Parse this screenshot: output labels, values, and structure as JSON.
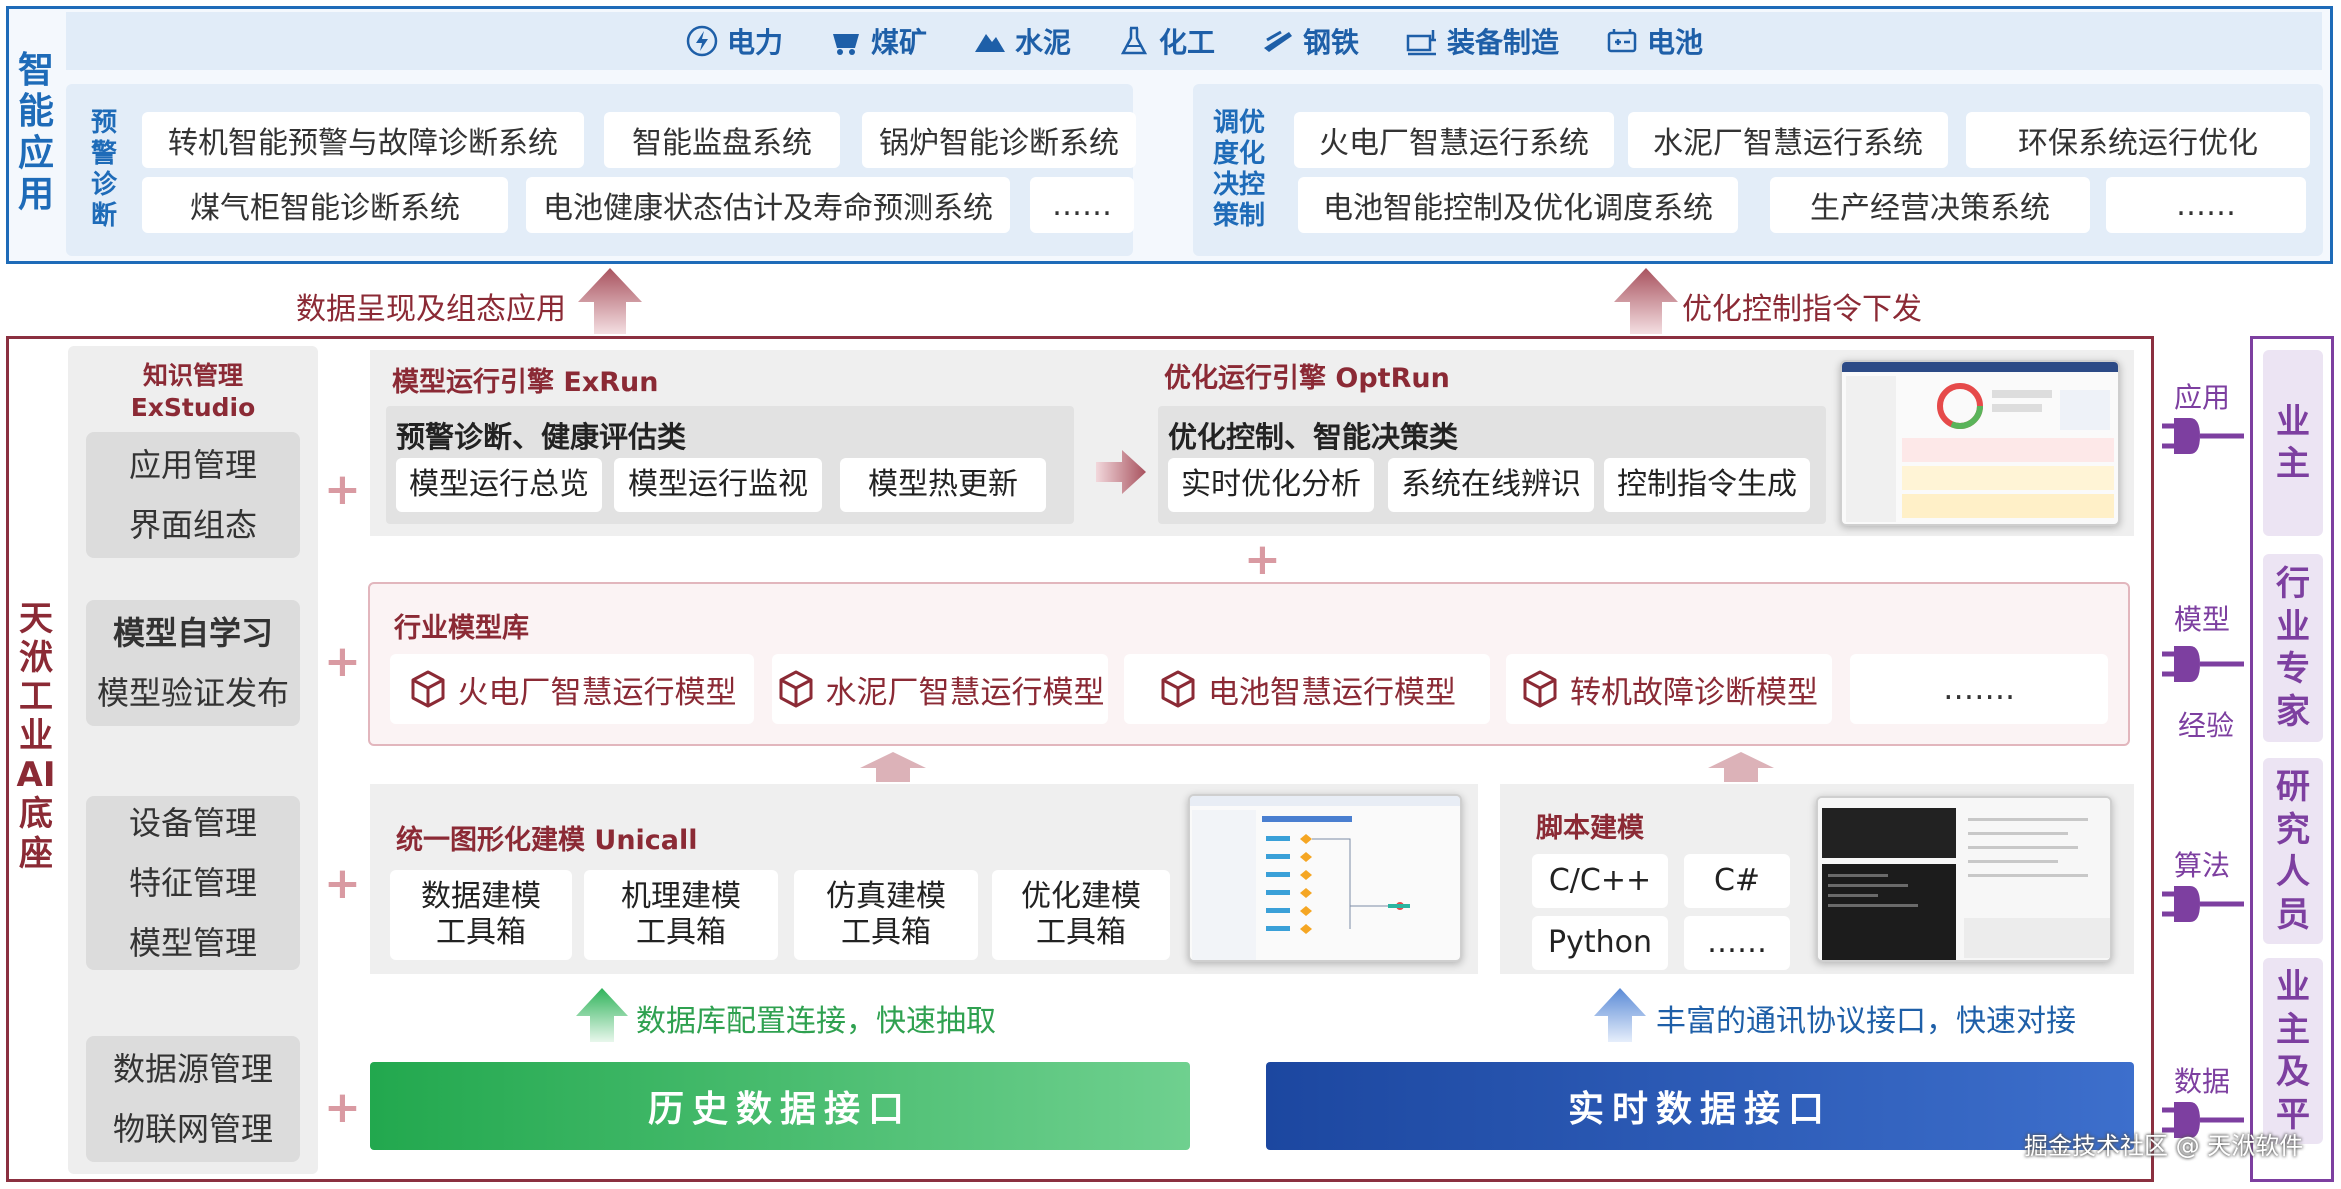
{
  "top": {
    "title": [
      "智",
      "能",
      "应",
      "用"
    ],
    "industries": [
      {
        "icon": "lightning-icon",
        "label": "电力"
      },
      {
        "icon": "mine-cart-icon",
        "label": "煤矿"
      },
      {
        "icon": "mountain-icon",
        "label": "水泥"
      },
      {
        "icon": "flask-icon",
        "label": "化工"
      },
      {
        "icon": "steel-icon",
        "label": "钢铁"
      },
      {
        "icon": "machine-icon",
        "label": "装备制造"
      },
      {
        "icon": "battery-icon",
        "label": "电池"
      }
    ],
    "warn_label": [
      "预",
      "警",
      "诊",
      "断"
    ],
    "warn_items": [
      "转机智能预警与故障诊断系统",
      "智能监盘系统",
      "锅炉智能诊断系统",
      "煤气柜智能诊断系统",
      "电池健康状态估计及寿命预测系统",
      "……"
    ],
    "opt_label": [
      "调优",
      "度化",
      "决控",
      "策制"
    ],
    "opt_items": [
      "火电厂智慧运行系统",
      "水泥厂智慧运行系统",
      "环保系统运行优化",
      "电池智能控制及优化调度系统",
      "生产经营决策系统",
      "……"
    ]
  },
  "arrows": {
    "left_label": "数据呈现及组态应用",
    "right_label": "优化控制指令下发",
    "db_label": "数据库配置连接，快速抽取",
    "proto_label": "丰富的通讯协议接口，快速对接"
  },
  "base": {
    "title": [
      "天",
      "洑",
      "工",
      "业",
      "AI",
      "底",
      "座"
    ],
    "left_groups": [
      {
        "title_line1": "知识管理",
        "title_line2": "ExStudio",
        "items": [
          "应用管理",
          "界面组态"
        ]
      },
      {
        "items": [
          "模型自学习",
          "模型验证发布"
        ]
      },
      {
        "items": [
          "设备管理",
          "特征管理",
          "模型管理"
        ]
      },
      {
        "items": [
          "数据源管理",
          "物联网管理"
        ]
      }
    ],
    "exrun": {
      "title": "模型运行引擎 ExRun",
      "sub_title": "预警诊断、健康评估类",
      "items": [
        "模型运行总览",
        "模型运行监视",
        "模型热更新"
      ]
    },
    "optrun": {
      "title": "优化运行引擎 OptRun",
      "sub_title": "优化控制、智能决策类",
      "items": [
        "实时优化分析",
        "系统在线辨识",
        "控制指令生成"
      ]
    },
    "model_lib": {
      "title": "行业模型库",
      "items": [
        "火电厂智慧运行模型",
        "水泥厂智慧运行模型",
        "电池智慧运行模型",
        "转机故障诊断模型",
        "……."
      ]
    },
    "unicall": {
      "title": "统一图形化建模 Unicall",
      "items": [
        [
          "数据建模",
          "工具箱"
        ],
        [
          "机理建模",
          "工具箱"
        ],
        [
          "仿真建模",
          "工具箱"
        ],
        [
          "优化建模",
          "工具箱"
        ]
      ]
    },
    "script": {
      "title": "脚本建模",
      "items": [
        "C/C++",
        "C#",
        "Python",
        "……"
      ]
    },
    "history_bar": "历史数据接口",
    "realtime_bar": "实时数据接口"
  },
  "right": {
    "labels": [
      "应用",
      "模型",
      "经验",
      "算法",
      "数据"
    ],
    "roles": [
      [
        "业",
        "主"
      ],
      [
        "行",
        "业",
        "专",
        "家"
      ],
      [
        "研",
        "究",
        "人",
        "员"
      ],
      [
        "业",
        "主",
        "及",
        "平"
      ]
    ]
  },
  "watermark": "掘金技术社区 @ 天洑软件",
  "colors": {
    "top_blue": "#1e6bb8",
    "base_red": "#8b2a35",
    "role_purple": "#7d3fa0",
    "history_green": "#2fb35a",
    "realtime_blue": "#1e4fa8"
  }
}
